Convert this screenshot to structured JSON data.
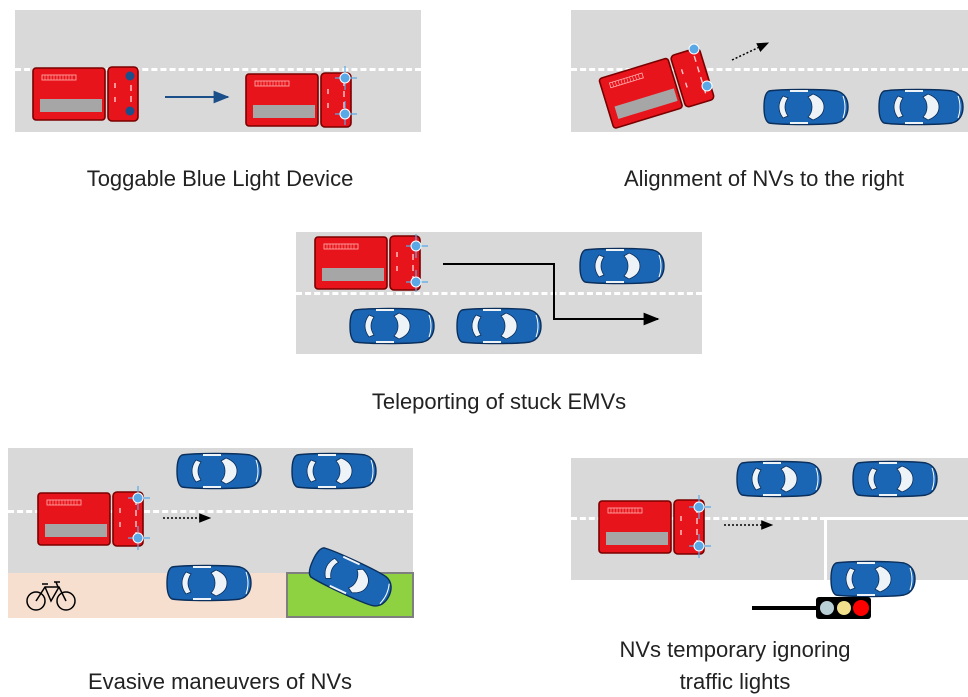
{
  "captions": {
    "blue_light": "Toggable Blue Light Device",
    "alignment": "Alignment of NVs to the right",
    "teleport": "Teleporting of stuck EMVs",
    "evasive": "Evasive maneuvers of NVs",
    "ignoring_lights_line1": "NVs temporary ignoring",
    "ignoring_lights_line2": "traffic lights"
  },
  "colors": {
    "road": "#d9d9d9",
    "lane_marking": "#ffffff",
    "emergency_vehicle": "#e8141b",
    "normal_vehicle": "#1a66b5",
    "blue_light": "#5aa9e6",
    "bike_lane": "#f7dfcf",
    "parking_spot": "#8ed141",
    "traffic_light_red": "#ff0000",
    "traffic_light_yellow": "#f2e08d",
    "traffic_light_green": "#b8cfd6"
  },
  "icons": {
    "bicycle": "bicycle-icon",
    "traffic_light": "traffic-light-icon"
  }
}
